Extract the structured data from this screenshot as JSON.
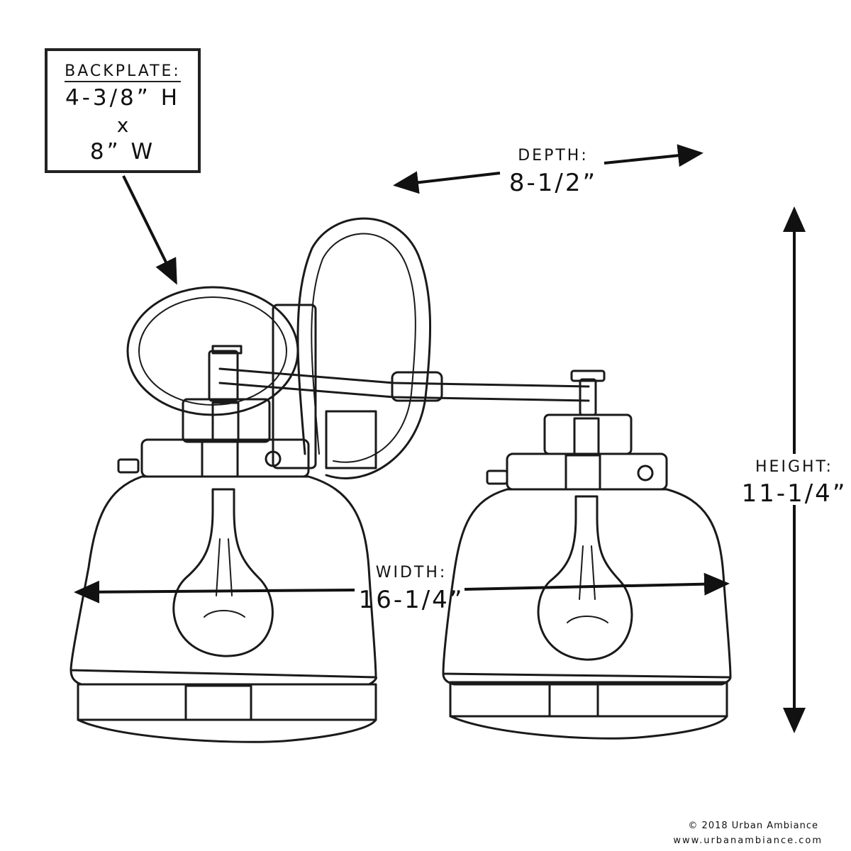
{
  "backplate": {
    "label": "BACKPLATE:",
    "height": "4-3/8” H",
    "x": "x",
    "width": "8” W"
  },
  "depth": {
    "label": "DEPTH:",
    "value": "8-1/2”"
  },
  "height": {
    "label": "HEIGHT:",
    "value": "11-1/4”"
  },
  "width": {
    "label": "WIDTH:",
    "value": "16-1/4”"
  },
  "footer": {
    "copyright": "© 2018 Urban Ambiance",
    "website": "www.urbanambiance.com"
  }
}
